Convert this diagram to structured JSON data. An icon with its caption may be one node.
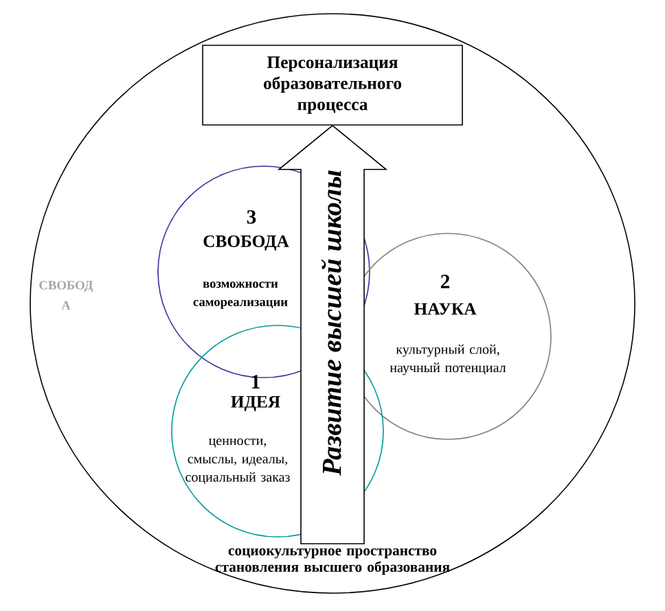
{
  "diagram": {
    "nodes": [
      {
        "text": [
          "социокультурное пространство становления высшего образования"
        ]
      },
      {
        "text": [
          "Персонализация образовательного процесса"
        ],
        "in": 0
      },
      {
        "text": [
          "3",
          "СВОБОДА",
          "возможности самореализации"
        ],
        "in": 0
      },
      {
        "text": [
          "2",
          "НАУКА",
          "культурный слой, научный потенциал"
        ],
        "in": 0
      },
      {
        "text": [
          "1",
          "ИДЕЯ",
          "ценности, смыслы, идеалы, социальный заказ"
        ],
        "in": 0
      }
    ],
    "edges": [
      {
        "from": null,
        "to": 1,
        "arrow": "to",
        "style": "thick",
        "label": "Развитие высшей школы"
      }
    ],
    "labels": [
      "СВОБОД А"
    ]
  }
}
